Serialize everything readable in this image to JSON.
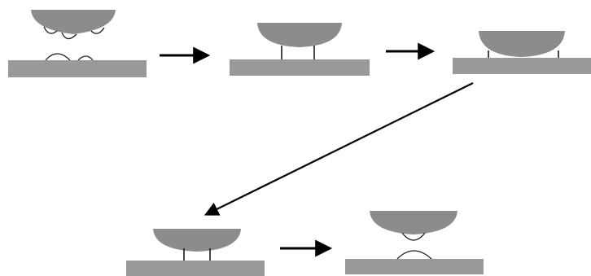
{
  "diagram": {
    "colors": {
      "background": "#ffffff",
      "cap_fill": "#8c8c8c",
      "substrate_fill": "#999999",
      "bridge_stroke": "#1a1a1a",
      "arrow": "#000000"
    },
    "stages": [
      {
        "step": 1,
        "shape": "cap-with-droplets"
      },
      {
        "step": 2,
        "shape": "cap-with-two-bridges"
      },
      {
        "step": 3,
        "shape": "cap-with-two-thin-bridges"
      },
      {
        "step": 4,
        "shape": "cap-with-two-bridges"
      },
      {
        "step": 5,
        "shape": "cap-separated-with-droplets"
      }
    ],
    "arrows": [
      {
        "from": 1,
        "to": 2
      },
      {
        "from": 2,
        "to": 3
      },
      {
        "from": 3,
        "to": 4
      },
      {
        "from": 4,
        "to": 5
      }
    ]
  }
}
